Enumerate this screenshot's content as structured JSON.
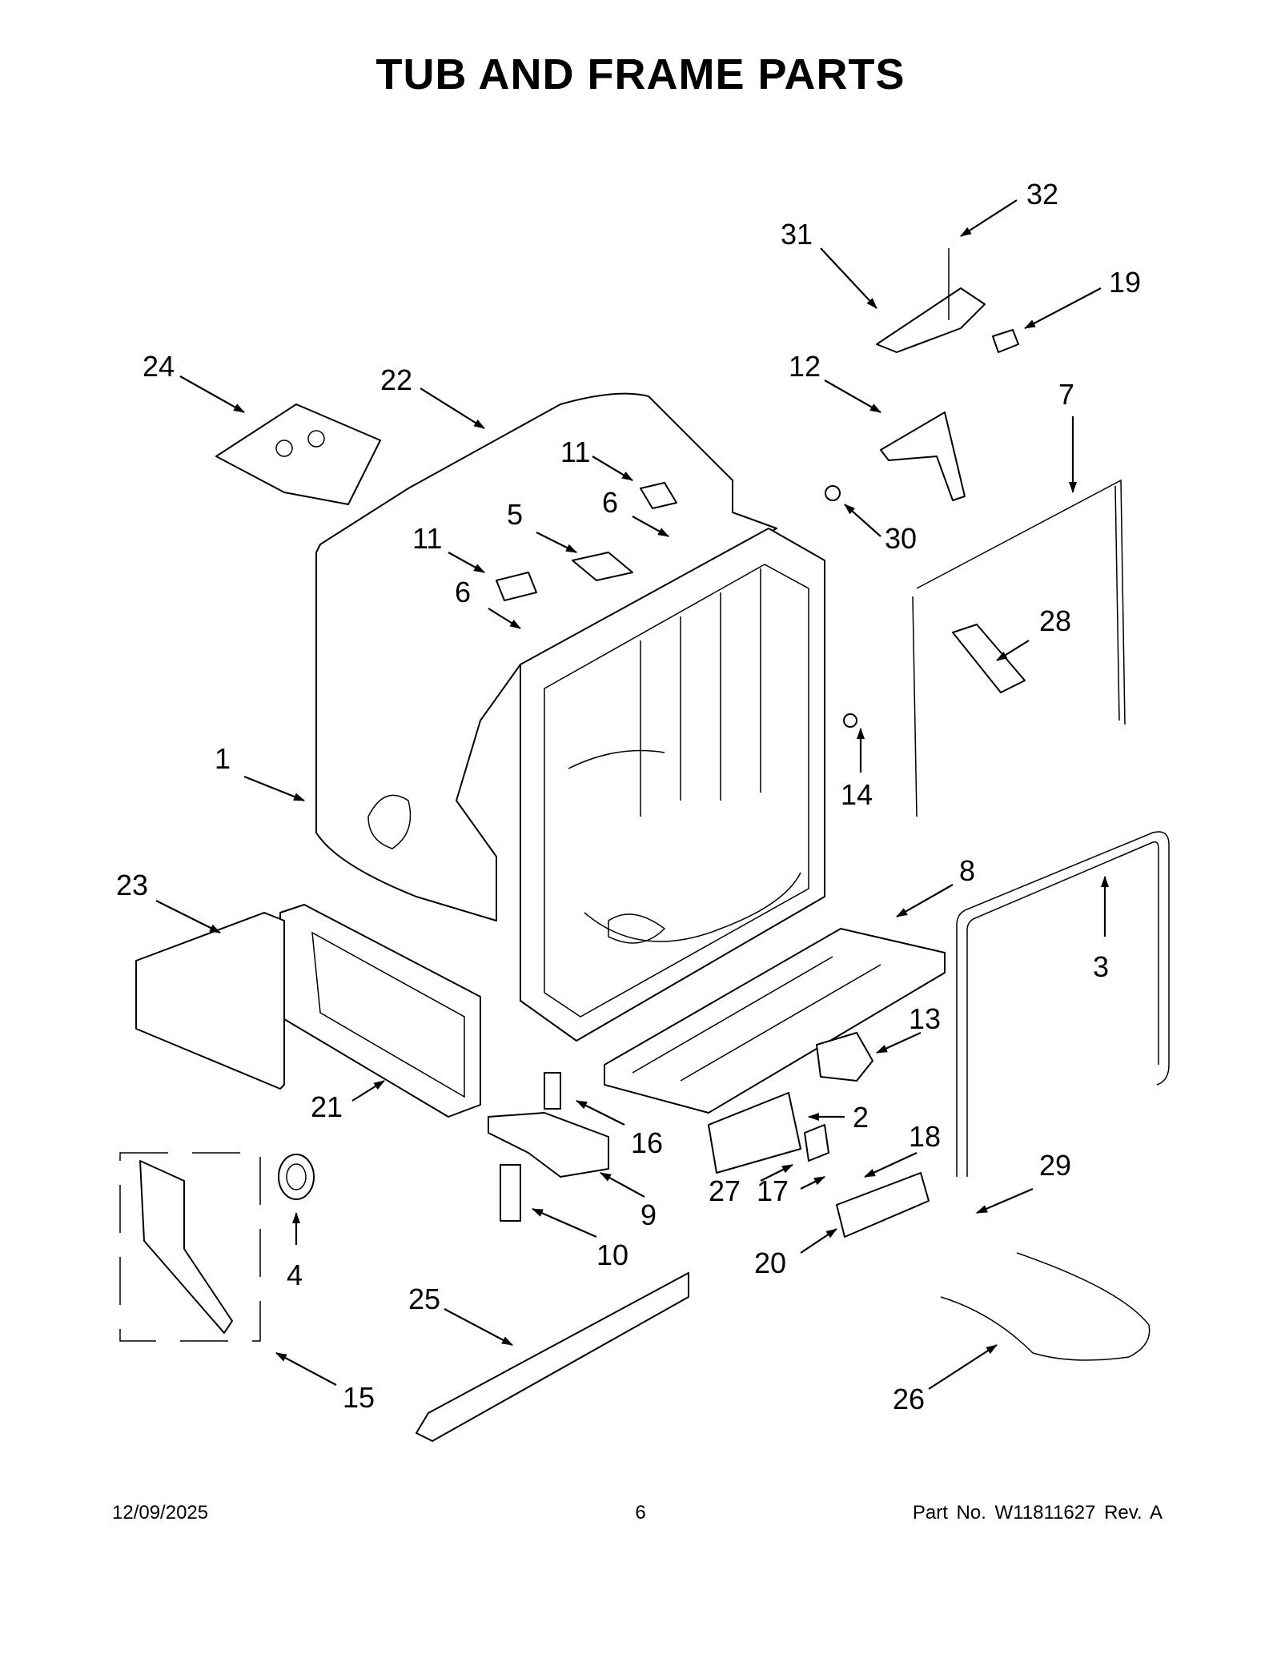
{
  "title": "TUB AND FRAME PARTS",
  "callouts": {
    "c1": "1",
    "c2": "2",
    "c3": "3",
    "c4": "4",
    "c5": "5",
    "c6a": "6",
    "c6b": "6",
    "c7": "7",
    "c8": "8",
    "c9": "9",
    "c10": "10",
    "c11a": "11",
    "c11b": "11",
    "c12": "12",
    "c13": "13",
    "c14": "14",
    "c15": "15",
    "c16": "16",
    "c17": "17",
    "c18": "18",
    "c19": "19",
    "c20": "20",
    "c21": "21",
    "c22": "22",
    "c23": "23",
    "c24": "24",
    "c25": "25",
    "c26": "26",
    "c27": "27",
    "c28": "28",
    "c29": "29",
    "c30": "30",
    "c31": "31",
    "c32": "32"
  },
  "footer": {
    "date": "12/09/2025",
    "page": "6",
    "part_no": "Part No.  W11811627  Rev.  A"
  }
}
